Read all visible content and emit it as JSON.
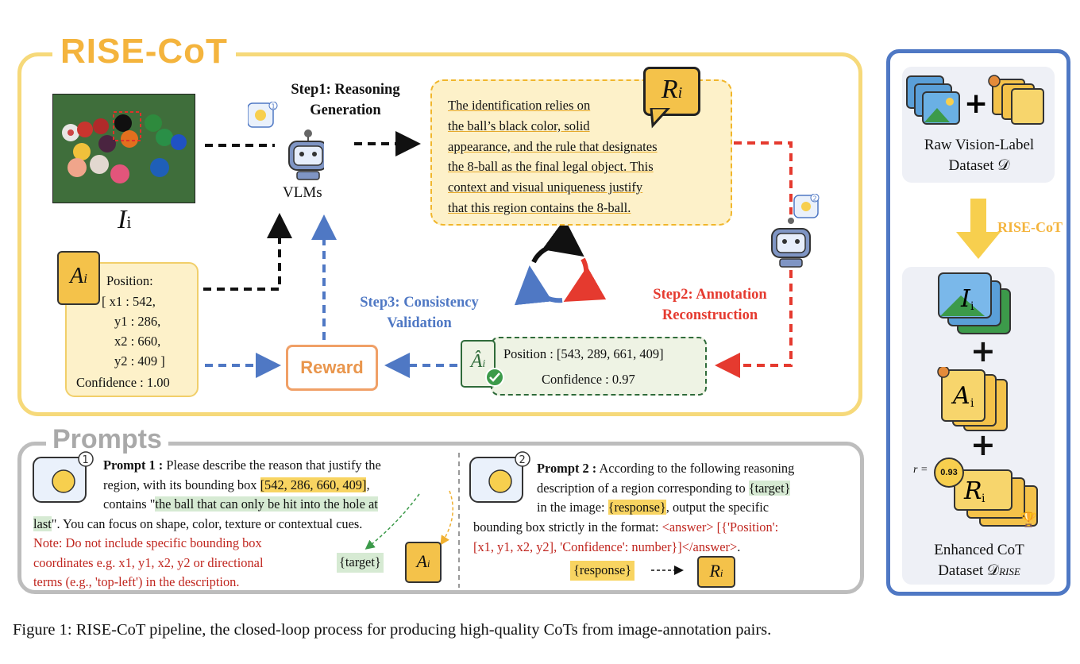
{
  "main": {
    "title": "RISE-CoT",
    "image_label": "I",
    "image_label_sub": "i",
    "vlms_label": "VLMs",
    "step1": {
      "line1": "Step1: Reasoning",
      "line2": "Generation"
    },
    "step2": {
      "line1": "Step2: Annotation",
      "line2": "Reconstruction"
    },
    "step3": {
      "line1": "Step3: Consistency",
      "line2": "Validation"
    },
    "reasoning_icon_label": "R",
    "reasoning_icon_sub": "i",
    "reasoning_lines": [
      "The identification relies on",
      "the ball’s black color, solid",
      "appearance, and the rule that designates",
      "the 8-ball as the final legal object. This",
      "context and visual uniqueness justify",
      "that this region contains the 8-ball."
    ],
    "annotation": {
      "icon_label": "A",
      "icon_sub": "i",
      "position_label": "Position:",
      "lines": [
        "[ x1 : 542,",
        "y1 : 286,",
        "x2 : 660,",
        "y2 : 409 ]"
      ],
      "confidence": "Confidence : 1.00"
    },
    "prediction": {
      "icon_label": "Â",
      "icon_sub": "i",
      "position": "Position : [543, 289, 661, 409]",
      "confidence": "Confidence : 0.97"
    },
    "reward_label": "Reward"
  },
  "prompts": {
    "title": "Prompts",
    "prompt1": {
      "label": "Prompt 1 :",
      "t1": " Please describe the reason that justify the",
      "t2": "region, with its bounding box ",
      "bbox": "[542, 286, 660, 409]",
      "t3": ",",
      "t4": "contains \"",
      "target_text_a": "the ball that can only be hit into the hole at",
      "target_text_b": "last",
      "t5": "\". You can focus on shape, color, texture or contextual cues.",
      "note": [
        "Note: Do not include specific bounding box",
        "coordinates e.g. x1, y1, x2, y2 or directional",
        "terms (e.g., 'top-left') in the description."
      ],
      "target_tag": "{target}"
    },
    "prompt2": {
      "label": "Prompt 2 :",
      "t1": " According to the following reasoning",
      "t2": "description of a region corresponding to ",
      "target": "{target}",
      "t3": "in the image: ",
      "response": "{response}",
      "t4": ", output the specific",
      "t5": "bounding box strictly in the format: ",
      "format_a": "<answer> [{'Position':",
      "format_b": "[x1, y1, x2, y2], 'Confidence': number}]</answer>",
      "t6": ".",
      "response_tag": "{response}"
    }
  },
  "right": {
    "raw_line1": "Raw Vision-Label",
    "raw_line2": "Dataset 𝒟",
    "arrow_label": "RISE-CoT",
    "score_prefix": "r",
    "score_eq": " = ",
    "score": "0.93",
    "enh_line1": "Enhanced CoT",
    "enh_line2": "Dataset 𝒟",
    "enh_sub": "RISE"
  },
  "caption": "Figure 1: RISE-CoT pipeline, the closed-loop process for producing high-quality CoTs from image-annotation pairs.",
  "colors": {
    "yellow": "#f4b43d",
    "blue": "#4f78c4",
    "red": "#e53a2f",
    "grey": "#bdbdbd"
  }
}
